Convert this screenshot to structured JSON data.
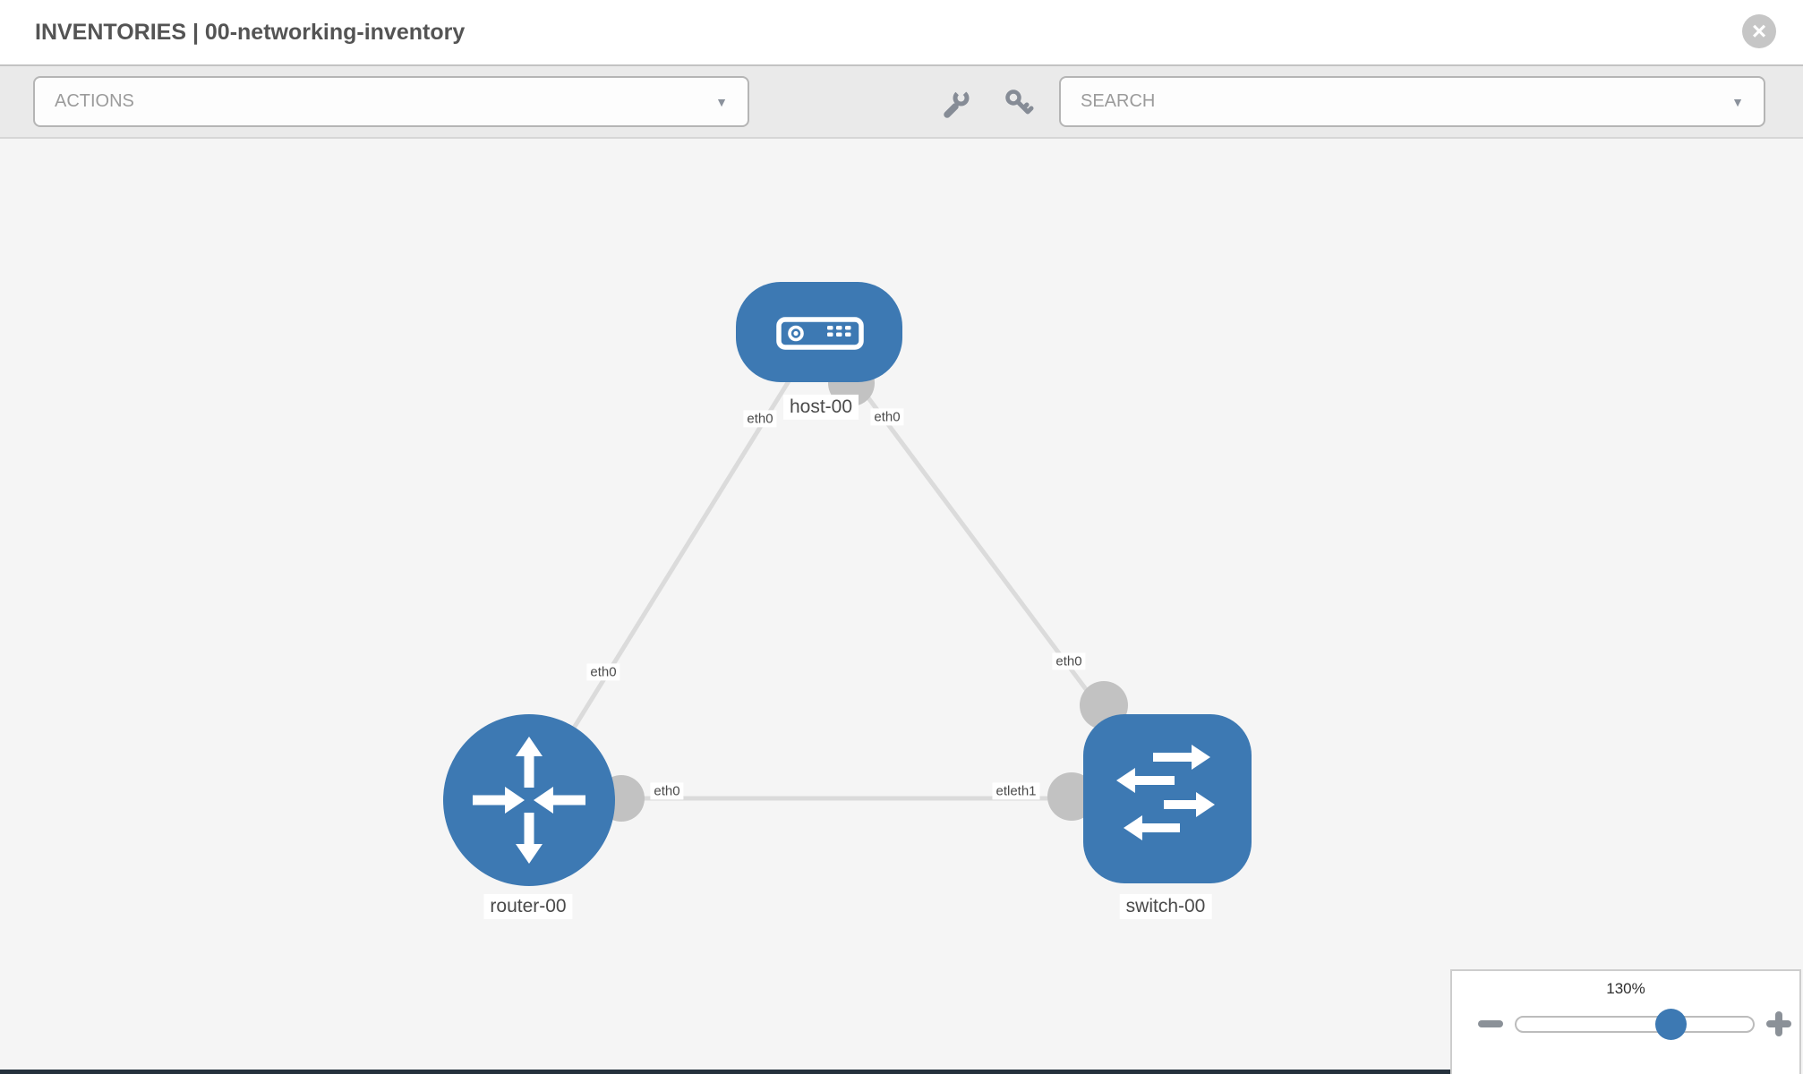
{
  "header": {
    "title": "INVENTORIES | 00-networking-inventory"
  },
  "icons": {
    "caret": "▼",
    "close": "×"
  },
  "toolbar": {
    "actions_label": "ACTIONS",
    "search_label": "SEARCH"
  },
  "topology": {
    "nodes": [
      {
        "label": "host-00",
        "type": "host"
      },
      {
        "label": "router-00",
        "type": "router"
      },
      {
        "label": "switch-00",
        "type": "switch"
      }
    ],
    "links": [
      {
        "from": "router-00",
        "to": "host-00",
        "labels": [
          "eth0",
          "eth0"
        ]
      },
      {
        "from": "host-00",
        "to": "switch-00",
        "labels": [
          "eth0",
          "eth0"
        ]
      },
      {
        "from": "router-00",
        "to": "switch-00",
        "labels": [
          "eth0",
          "etleth1"
        ]
      }
    ]
  },
  "zoom_control": {
    "level": "130%"
  },
  "colors": {
    "node_blue": "#3d79b3",
    "port_gray": "#c2c2c2",
    "link_gray": "#dbdbdb",
    "canvas_bg": "#f5f5f5"
  }
}
